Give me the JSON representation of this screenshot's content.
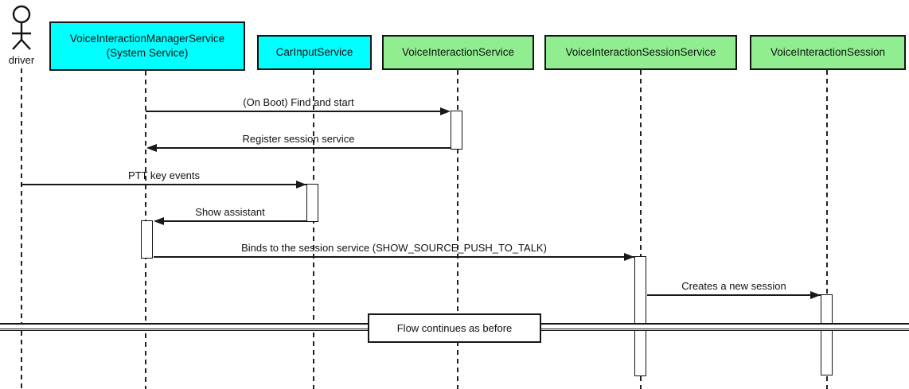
{
  "colors": {
    "participant_cyan": "#00FFFF",
    "participant_green": "#90EE90",
    "line_black": "#181818"
  },
  "actor": {
    "label": "driver"
  },
  "participants": [
    {
      "label": "VoiceInteractionManagerService",
      "sublabel": "(System Service)",
      "fill": "#00FFFF"
    },
    {
      "label": "CarInputService",
      "fill": "#00FFFF"
    },
    {
      "label": "VoiceInteractionService",
      "fill": "#90EE90"
    },
    {
      "label": "VoiceInteractionSessionService",
      "fill": "#90EE90"
    },
    {
      "label": "VoiceInteractionSession",
      "fill": "#90EE90"
    }
  ],
  "messages": [
    {
      "label": "(On Boot) Find and start",
      "from": "VoiceInteractionManagerService",
      "to": "VoiceInteractionService",
      "direction": "right"
    },
    {
      "label": "Register session service",
      "from": "VoiceInteractionService",
      "to": "VoiceInteractionManagerService",
      "direction": "left"
    },
    {
      "label": "PTT key events",
      "from": "driver",
      "to": "CarInputService",
      "direction": "right"
    },
    {
      "label": "Show assistant",
      "from": "CarInputService",
      "to": "VoiceInteractionManagerService",
      "direction": "left"
    },
    {
      "label": "Binds to the session service (SHOW_SOURCE_PUSH_TO_TALK)",
      "from": "VoiceInteractionManagerService",
      "to": "VoiceInteractionSessionService",
      "direction": "right"
    },
    {
      "label": "Creates a new session",
      "from": "VoiceInteractionSessionService",
      "to": "VoiceInteractionSession",
      "direction": "right"
    }
  ],
  "divider": {
    "label": "Flow continues as before"
  }
}
